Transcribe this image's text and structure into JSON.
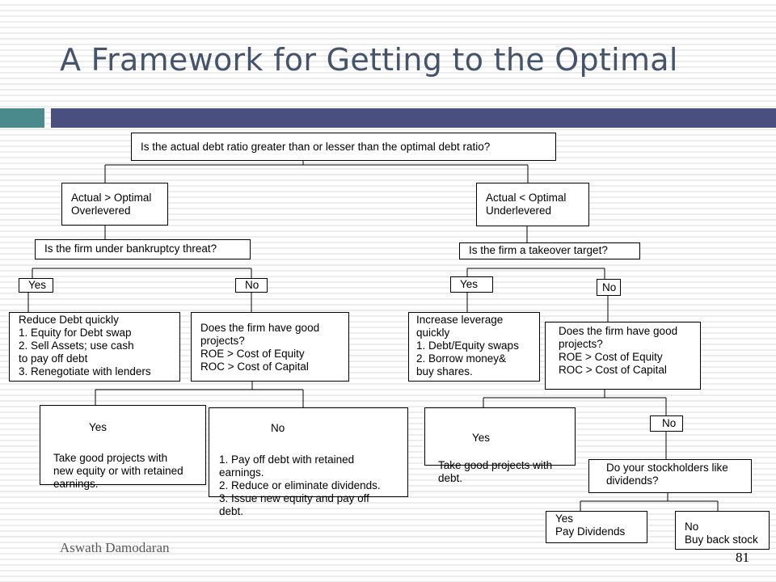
{
  "title": "A Framework for Getting to the Optimal",
  "nodes": {
    "root": "Is the actual debt ratio greater than or lesser than the optimal debt ratio?",
    "over": "Actual > Optimal\nOverlevered",
    "under": "Actual < Optimal\nUnderlevered",
    "bankruptcy_q": "Is the firm under bankruptcy threat?",
    "takeover_q": "Is the firm a takeover target?",
    "yes_1": "Yes",
    "no_1": "No",
    "yes_2": "Yes",
    "no_2": "No",
    "reduce_debt": "Reduce Debt quickly\n1. Equity for Debt swap\n2. Sell Assets; use cash\nto pay off debt\n3. Renegotiate with lenders",
    "good_projects_q1": "Does the firm have good\nprojects?\nROE > Cost of Equity\nROC > Cost of Capital",
    "increase_leverage": "Increase leverage\nquickly\n1. Debt/Equity swaps\n2. Borrow money&\nbuy shares.",
    "good_projects_q2": "Does the firm have good\nprojects?\nROE > Cost of Equity\nROC > Cost of Capital",
    "take_projects_1_label": "Yes",
    "take_projects_1_text": "Take good projects with\nnew equity or with retained\nearnings.",
    "payoff_label": "No",
    "payoff_text": "1. Pay off debt with retained\nearnings.\n2. Reduce or eliminate dividends.\n3. Issue new equity and pay off\ndebt.",
    "take_projects_2_label": "Yes",
    "take_projects_2_text": "Take good projects with\ndebt.",
    "no_3": "No",
    "dividends_q": "Do your stockholders like\ndividends?",
    "pay_dividends": "Yes\nPay Dividends",
    "buy_back": "No\nBuy back stock"
  },
  "footer": {
    "author": "Aswath Damodaran",
    "page": "81"
  },
  "colors": {
    "title": "#44546a",
    "bar_left": "#4a8a8c",
    "bar_right": "#494f7e"
  }
}
